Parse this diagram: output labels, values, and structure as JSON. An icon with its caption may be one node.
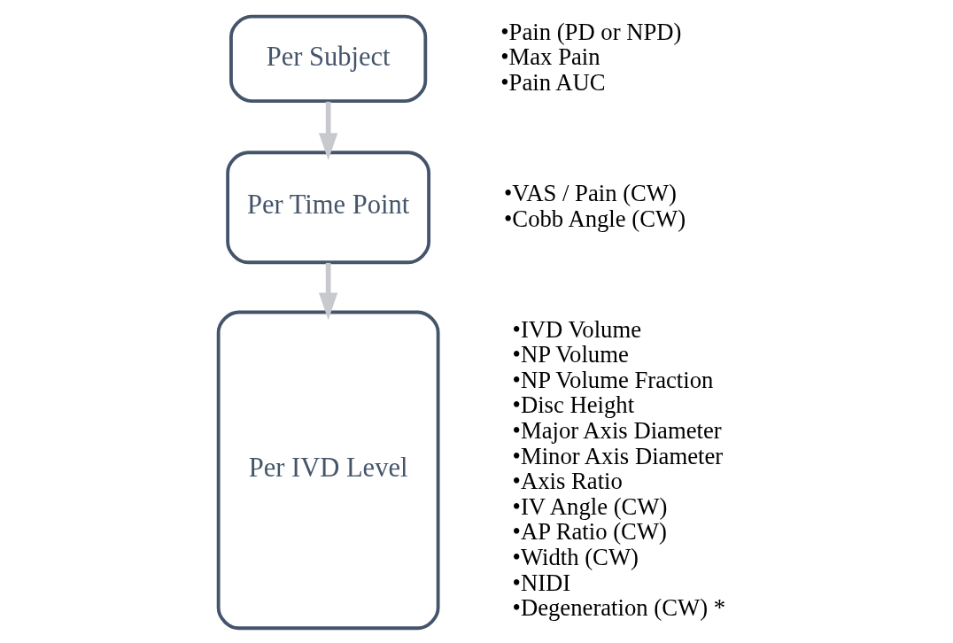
{
  "diagram": {
    "nodes": [
      {
        "text": [
          "Per Subject"
        ],
        "beside": [
          "•Pain (PD or NPD)",
          "•Max Pain",
          "•Pain AUC"
        ]
      },
      {
        "text": [
          "Per Time Point"
        ],
        "beside": [
          "•VAS / Pain (CW)",
          "•Cobb Angle (CW)"
        ]
      },
      {
        "text": [
          "Per IVD Level"
        ],
        "beside": [
          "•IVD Volume",
          "•NP Volume",
          "•NP Volume Fraction",
          "•Disc Height",
          "•Major Axis Diameter",
          "•Minor Axis Diameter",
          "•Axis Ratio",
          "•IV Angle (CW)",
          "•AP Ratio (CW)",
          "•Width (CW)",
          "•NIDI",
          "•Degeneration (CW) *"
        ]
      }
    ],
    "edges": [
      {
        "from": 0,
        "to": 1,
        "arrow": "to"
      },
      {
        "from": 1,
        "to": 2,
        "arrow": "to"
      }
    ]
  }
}
